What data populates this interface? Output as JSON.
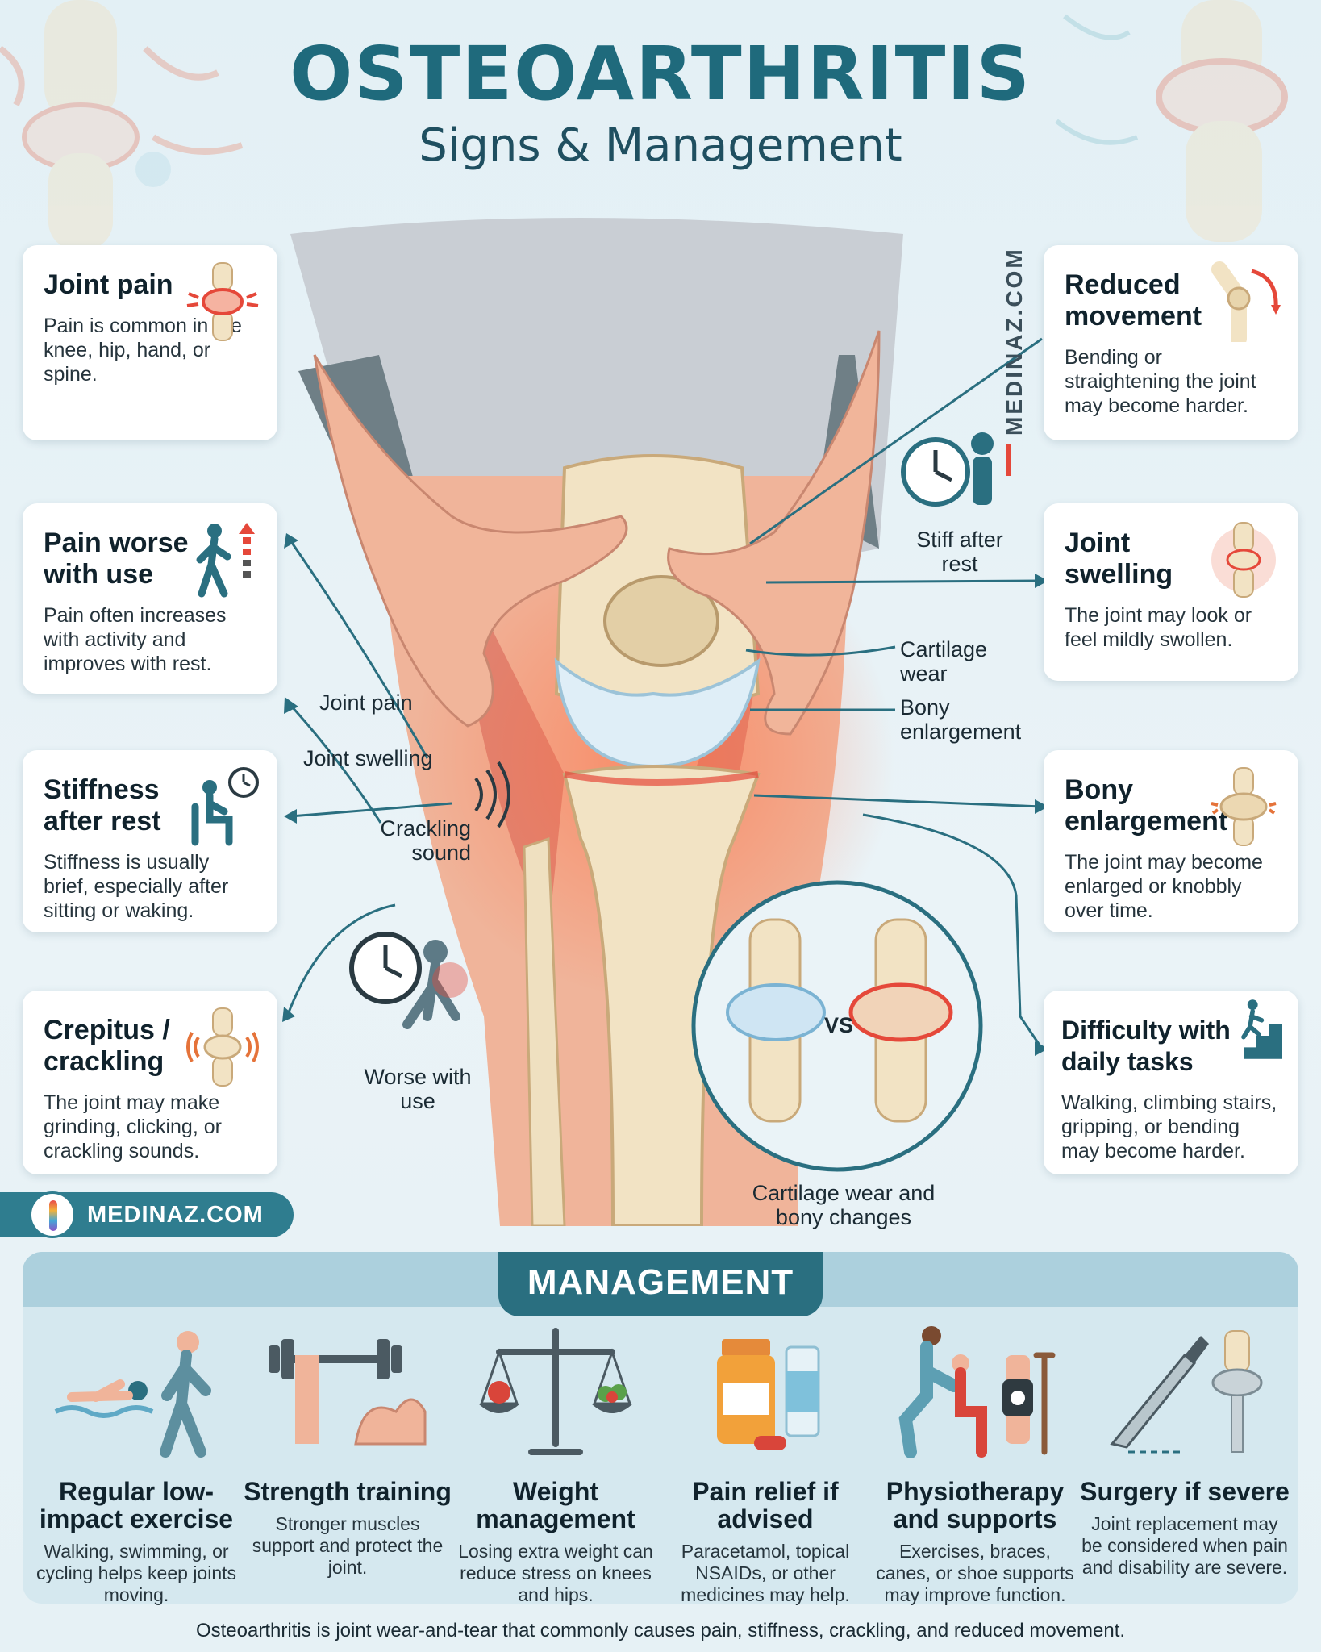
{
  "header": {
    "title": "OSTEOARTHRITIS",
    "subtitle": "Signs & Management"
  },
  "watermark": "MEDINAZ.COM",
  "brand": {
    "name": "MEDINAZ.COM"
  },
  "signs": [
    {
      "title": "Joint pain",
      "desc": "Pain is common in the knee, hip, hand, or spine.",
      "icon": "inflamed-joint-icon"
    },
    {
      "title": "Pain worse with use",
      "desc": "Pain often increases with activity and improves with rest.",
      "icon": "walking-person-icon"
    },
    {
      "title": "Stiffness after rest",
      "desc": "Stiffness is usually brief, especially after sitting or waking.",
      "icon": "seated-person-clock-icon"
    },
    {
      "title": "Crepitus / crackling",
      "desc": "The joint may make grinding, clicking, or crackling sounds.",
      "icon": "crackling-joint-icon"
    },
    {
      "title": "Reduced movement",
      "desc": "Bending or straightening the joint may become harder.",
      "icon": "bending-knee-icon"
    },
    {
      "title": "Joint swelling",
      "desc": "The joint may look or feel mildly swollen.",
      "icon": "swollen-joint-icon"
    },
    {
      "title": "Bony enlargement",
      "desc": "The joint may become enlarged or knobbly over time.",
      "icon": "enlarged-joint-icon"
    },
    {
      "title": "Difficulty with daily tasks",
      "desc": "Walking, climbing stairs, gripping, or bending may become harder.",
      "icon": "stairs-climber-icon"
    }
  ],
  "callouts": {
    "joint_pain": "Joint pain",
    "joint_swelling": "Joint swelling",
    "crackling_sound": "Crackling sound",
    "worse_with_use": "Worse with use",
    "stiff_after_rest": "Stiff after rest",
    "cartilage_wear": "Cartilage wear",
    "bony_enlargement": "Bony enlargement",
    "vs": "VS",
    "comparison_caption": "Cartilage wear and bony changes"
  },
  "management": {
    "title": "MANAGEMENT",
    "items": [
      {
        "title": "Regular low-impact exercise",
        "desc": "Walking, swimming, or cycling helps keep joints moving.",
        "icon": "swimmer-walker-icon"
      },
      {
        "title": "Strength training",
        "desc": "Stronger muscles support and protect the joint.",
        "icon": "dumbbell-arm-icon"
      },
      {
        "title": "Weight management",
        "desc": "Losing extra weight can reduce stress on knees and hips.",
        "icon": "balance-scale-icon"
      },
      {
        "title": "Pain relief if advised",
        "desc": "Paracetamol, topical NSAIDs, or other medicines may help.",
        "icon": "medicine-bottle-icon"
      },
      {
        "title": "Physiotherapy and supports",
        "desc": "Exercises, braces, canes, or shoe supports may improve function.",
        "icon": "physiotherapy-brace-icon"
      },
      {
        "title": "Surgery if severe",
        "desc": "Joint replacement may be considered when pain and disability are severe.",
        "icon": "scalpel-implant-icon"
      }
    ]
  },
  "footer": "Osteoarthritis is joint wear-and-tear that commonly causes pain, stiffness, crackling, and reduced movement.",
  "colors": {
    "primary": "#1f6a7c",
    "accent_red": "#e5483a",
    "card_bg": "#ffffff",
    "band": "#2a6f80",
    "bone": "#f2e3c4",
    "muscle": "#d9786a"
  }
}
